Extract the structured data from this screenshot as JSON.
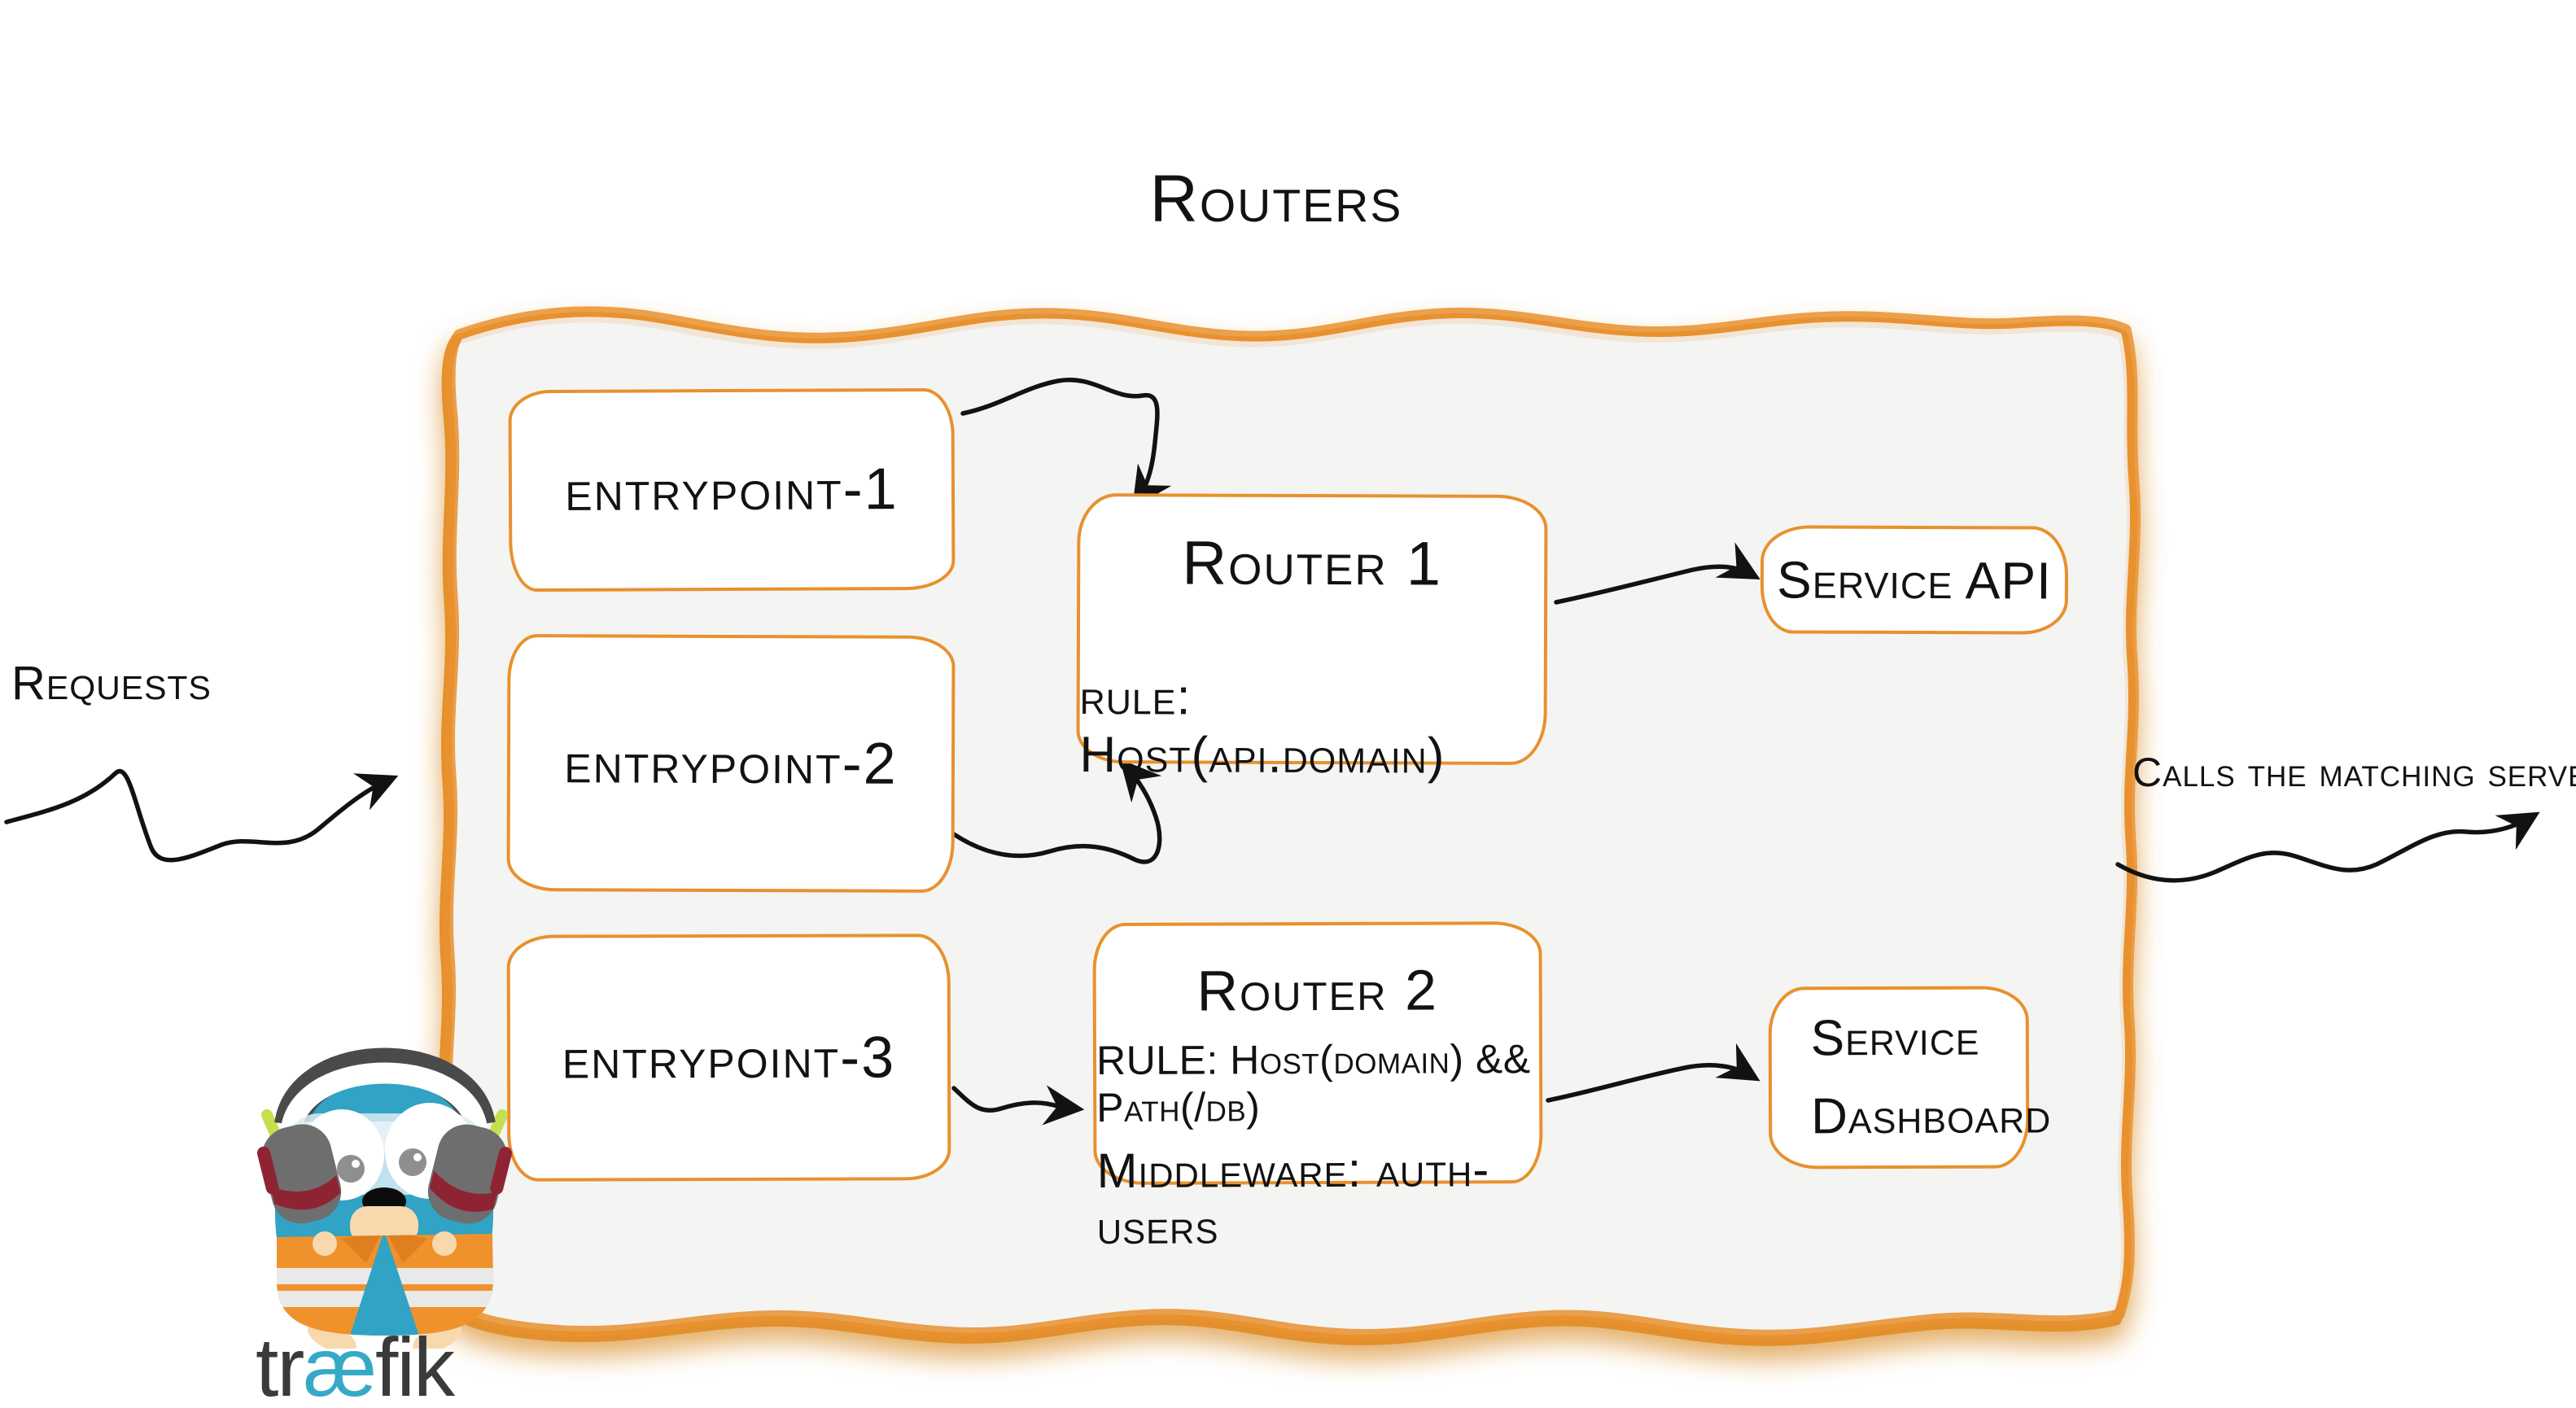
{
  "diagram": {
    "title": "Routers",
    "input_flow": {
      "label": "Requests"
    },
    "output_flow": {
      "label": "Calls the matching server"
    },
    "entrypoints": [
      {
        "label": "entrypoint-1"
      },
      {
        "label": "entrypoint-2"
      },
      {
        "label": "entrypoint-3"
      }
    ],
    "routers": [
      {
        "title": "Router 1",
        "rule": "rule: Host(api.domain)"
      },
      {
        "title": "Router 2",
        "rule": "RULE: Host(domain) && Path(/db)",
        "middleware": "Middleware: auth-users"
      }
    ],
    "services": [
      {
        "label": "Service API"
      },
      {
        "label": "Service Dashboard"
      }
    ],
    "connections": [
      "requests -> routers-container",
      "entrypoint-1 -> router-1",
      "entrypoint-2 -> router-1",
      "entrypoint-3 -> router-2",
      "router-1 -> service-api",
      "router-2 -> service-dashboard",
      "routers-container -> matching-server"
    ],
    "logo": {
      "wordmark_tr": "tr",
      "wordmark_ae": "æ",
      "wordmark_fik": "fik"
    },
    "colors": {
      "orange": "#E8912D",
      "container_fill": "#F4F4F3",
      "ink": "#121212",
      "logo_blue": "#35A9C6",
      "logo_dark": "#3A3A3A",
      "gopher_blue": "#31A3C4",
      "vest_orange": "#F0922B",
      "stick_green": "#C5E04E"
    }
  }
}
